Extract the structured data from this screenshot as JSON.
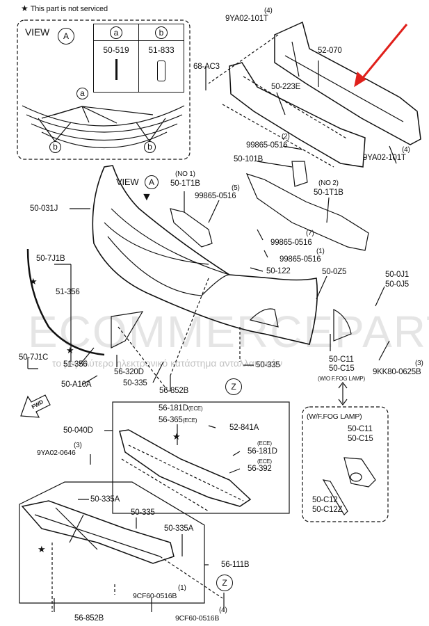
{
  "legend": {
    "star": "★",
    "note": "This part is not serviced"
  },
  "view_a_box": {
    "title": "VIEW",
    "circle": "A",
    "table": {
      "headers": [
        "a",
        "b"
      ],
      "parts": [
        "50-519",
        "51-833"
      ]
    },
    "markers": [
      "a",
      "b",
      "b"
    ]
  },
  "view_a_main": {
    "title": "VIEW",
    "circle": "A"
  },
  "labels": [
    "9YA02-101T",
    "(4)",
    "52-070",
    "68-AC3",
    "50-223E",
    "99865-0516",
    "(2)",
    "50-101B",
    "9YA02-101T",
    "(4)",
    "(NO 1)",
    "50-1T1B",
    "99865-0516",
    "(5)",
    "(NO 2)",
    "50-1T1B",
    "50-031J",
    "99865-0516",
    "(7)",
    "99865-0516",
    "(1)",
    "50-122",
    "50-0Z5",
    "50-0J1",
    "50-0J5",
    "50-7J1B",
    "51-356",
    "50-7J1C",
    "51-356",
    "56-320D",
    "50-A10A",
    "50-335",
    "56-852B",
    "50-335",
    "50-C11",
    "50-C15",
    "(W/O F.FOG LAMP)",
    "(3)",
    "9KK80-0625B",
    "56-181D",
    "(ECE)",
    "56-365",
    "(ECE)",
    "50-040D",
    "(3)",
    "9YA02-0646",
    "52-841A",
    "(ECE)",
    "56-181D",
    "(ECE)",
    "56-392",
    "(W/F.FOG LAMP)",
    "50-C11",
    "50-C15",
    "50-C12",
    "50-C12Z",
    "50-335A",
    "50-335",
    "50-335A",
    "56-111B",
    "(1)",
    "9CF60-0516B",
    "(4)",
    "9CF60-0516B",
    "56-852B"
  ],
  "zone_markers": [
    "Z",
    "Z"
  ],
  "fwd_label": "FWD",
  "watermark": {
    "brand": "ECOMMERCEPARTS.gr",
    "tagline": "το μεγαλύτερο ηλεκτρονικό κατάστημα ανταλλακτικών"
  },
  "colors": {
    "arrow": "#e0201b",
    "ink": "#111111"
  }
}
